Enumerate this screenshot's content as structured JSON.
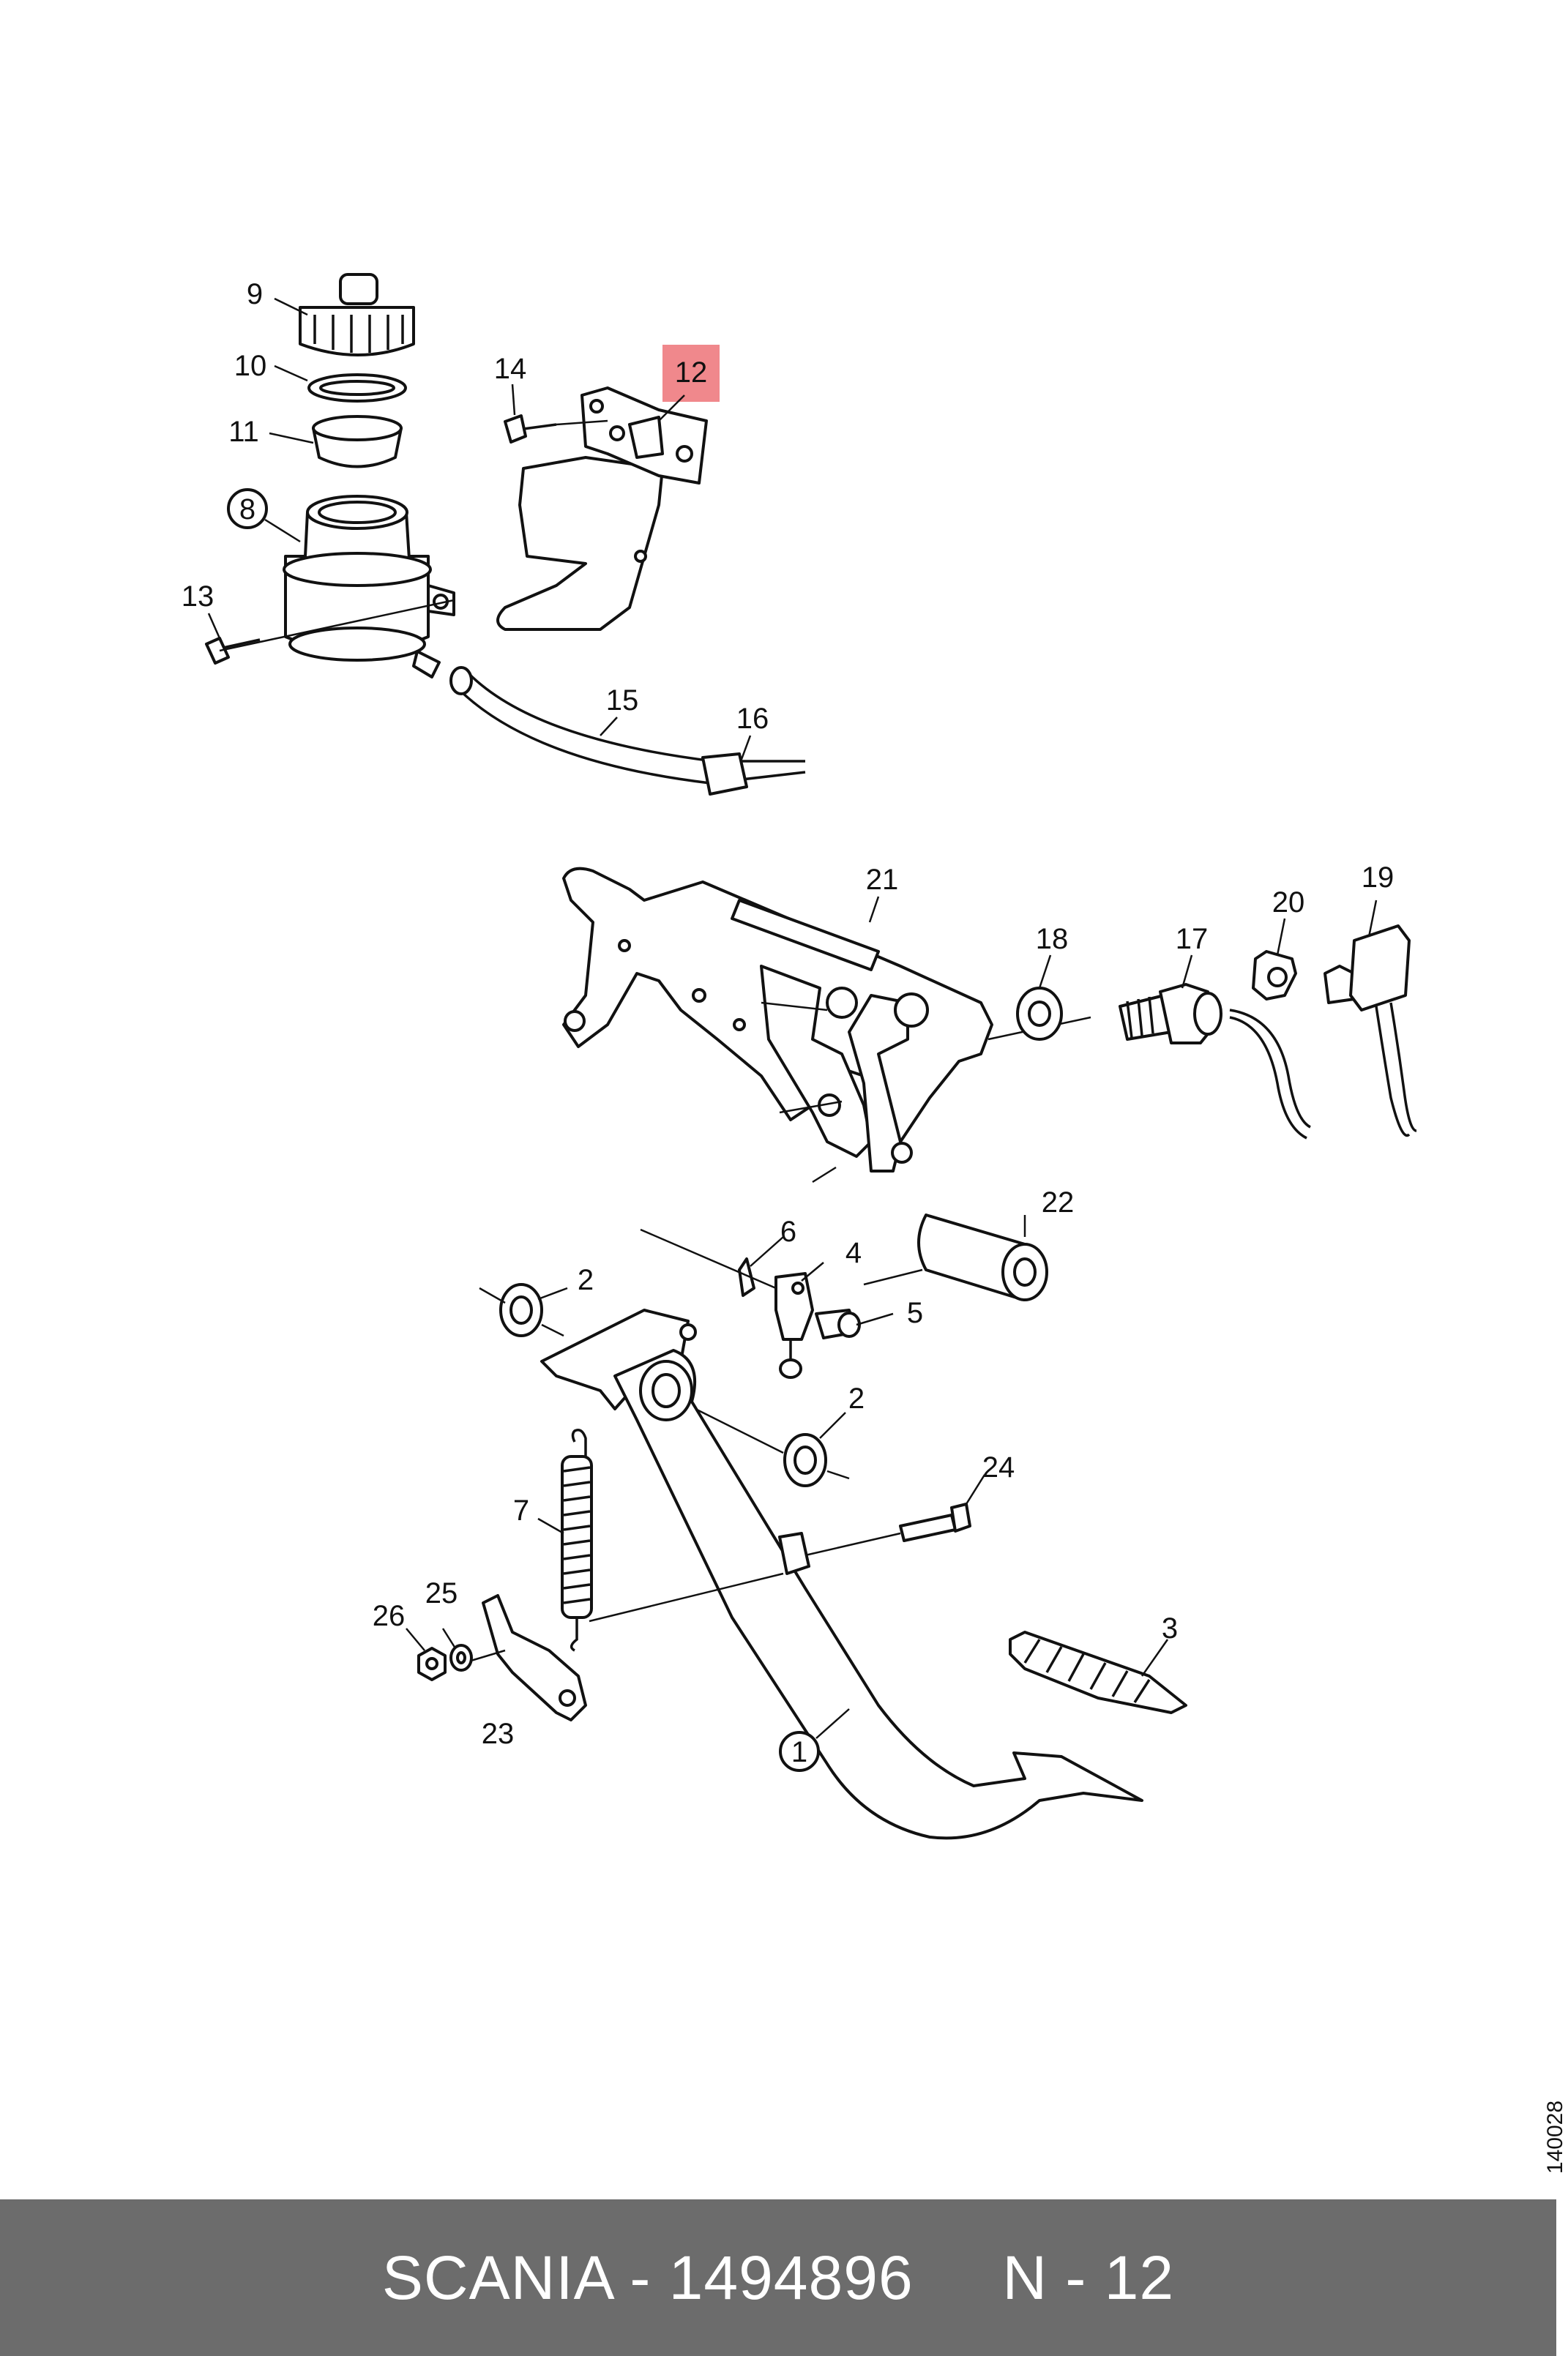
{
  "labels": {
    "c1": "1",
    "c2a": "2",
    "c2b": "2",
    "c3": "3",
    "c4": "4",
    "c5": "5",
    "c6": "6",
    "c7": "7",
    "c8": "8",
    "c9": "9",
    "c10": "10",
    "c11": "11",
    "c12": "12",
    "c13": "13",
    "c14": "14",
    "c15": "15",
    "c16": "16",
    "c17": "17",
    "c18": "18",
    "c19": "19",
    "c20": "20",
    "c21": "21",
    "c22": "22",
    "c23": "23",
    "c24": "24",
    "c25": "25",
    "c26": "26"
  },
  "highlighted_part": "12",
  "colors": {
    "highlight": "#f0888c",
    "footer_bg": "#6c6c6c",
    "footer_text": "#ffffff"
  },
  "figure_code": "140028",
  "footer": {
    "brand": "SCANIA",
    "part_number": "1494896",
    "position": "N - 12",
    "text": "SCANIA - 1494896     N - 12"
  }
}
